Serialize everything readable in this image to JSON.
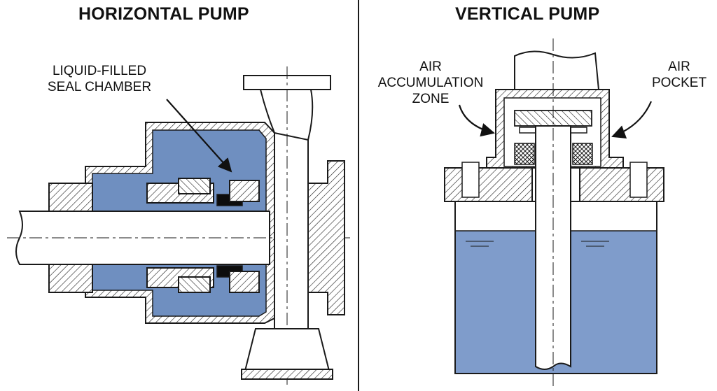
{
  "colors": {
    "liquid": "#6f8fc0",
    "liquid_light": "#7f9ccb",
    "metal": "#ffffff",
    "line": "#1a1a1a",
    "seal_black": "#0d0d0d"
  },
  "horizontal": {
    "title": "HORIZONTAL PUMP",
    "callout_line1": "LIQUID-FILLED",
    "callout_line2": "SEAL CHAMBER"
  },
  "vertical": {
    "title": "VERTICAL PUMP",
    "air_zone_line1": "AIR",
    "air_zone_line2": "ACCUMULATION",
    "air_zone_line3": "ZONE",
    "air_pocket_line1": "AIR",
    "air_pocket_line2": "POCKET"
  }
}
